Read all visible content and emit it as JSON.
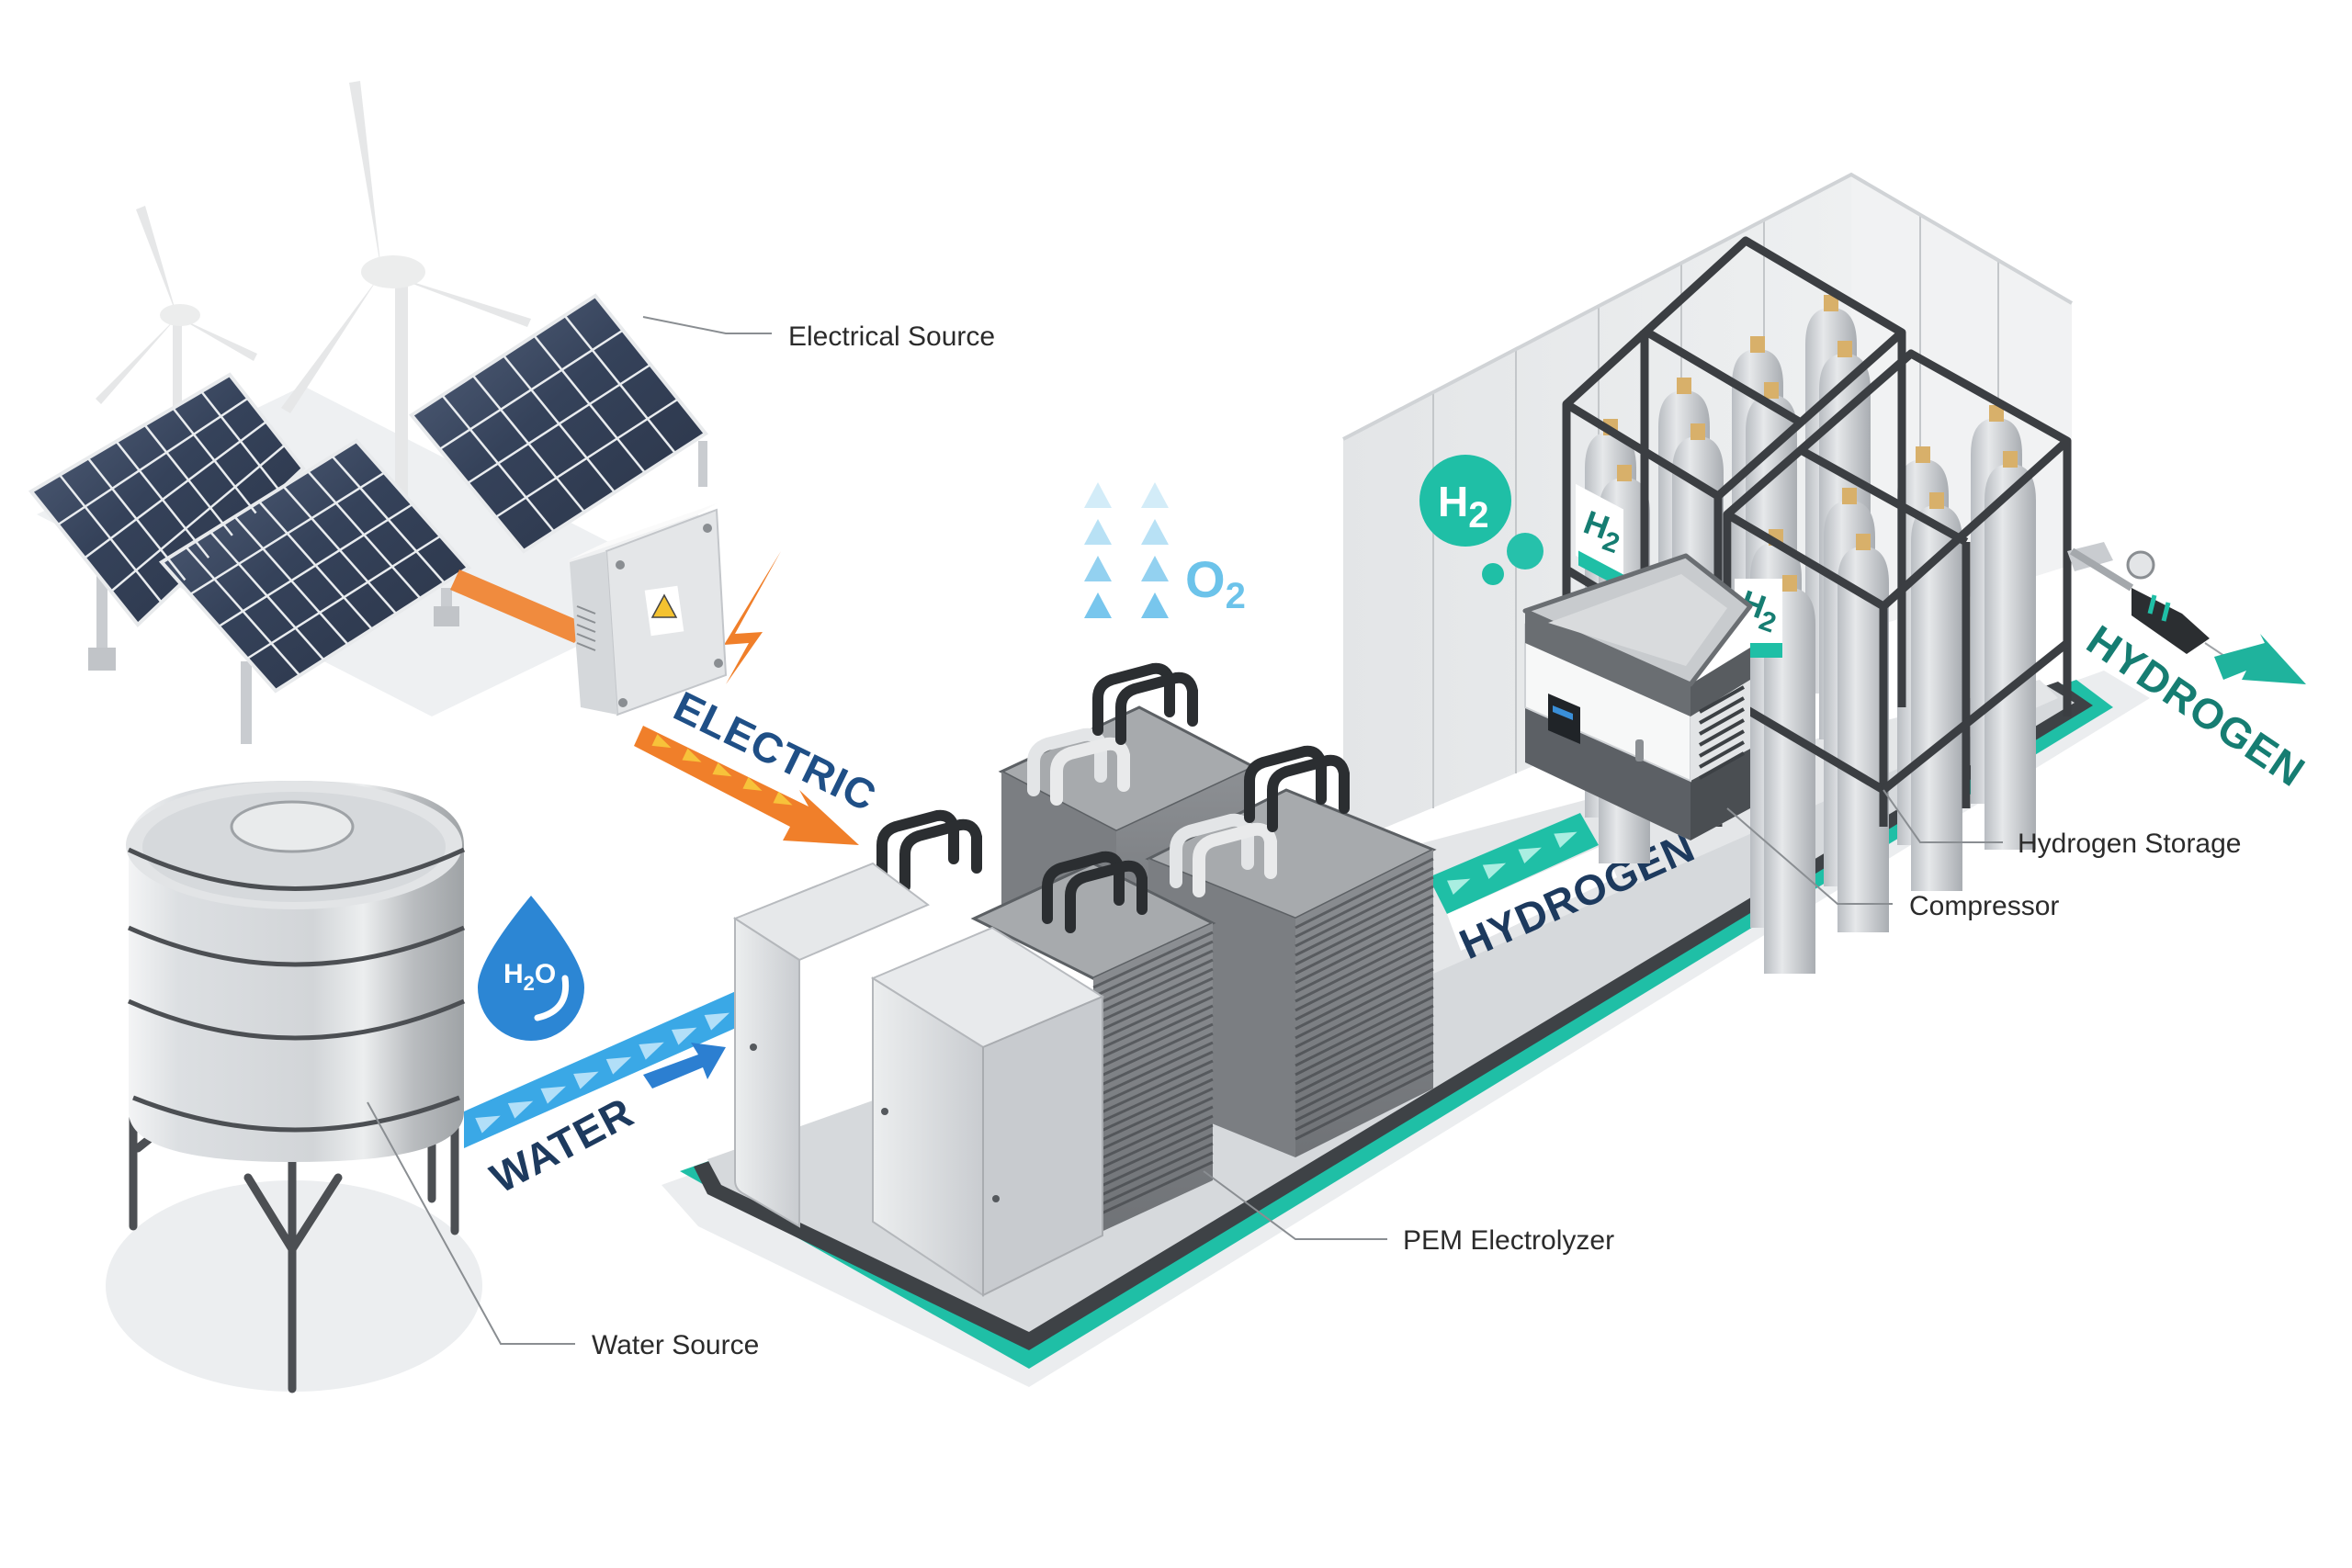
{
  "diagram": {
    "title": "PEM Electrolysis Hydrogen Production System",
    "components": [
      {
        "id": "electrical_source",
        "label": "Electrical Source"
      },
      {
        "id": "water_source",
        "label": "Water Source"
      },
      {
        "id": "pem_electrolyzer",
        "label": "PEM Electrolyzer"
      },
      {
        "id": "compressor",
        "label": "Compressor"
      },
      {
        "id": "hydrogen_storage",
        "label": "Hydrogen Storage"
      }
    ],
    "flows": [
      {
        "id": "electric",
        "label": "ELECTRIC",
        "from": "electrical_source",
        "to": "pem_electrolyzer",
        "color": "#f07f2a"
      },
      {
        "id": "water",
        "label": "WATER",
        "from": "water_source",
        "to": "pem_electrolyzer",
        "color": "#3aa8e6"
      },
      {
        "id": "hydrogen_internal",
        "label": "HYDROGEN",
        "from": "pem_electrolyzer",
        "to": "compressor",
        "color": "#1fbfa6"
      },
      {
        "id": "hydrogen_output",
        "label": "HYDROGEN",
        "from": "hydrogen_storage",
        "to": "output",
        "color": "#1a9e8c"
      }
    ],
    "chemical_badges": {
      "water": {
        "base": "H",
        "sub": "2",
        "tail": "O"
      },
      "hydrogen": {
        "base": "H",
        "sub": "2"
      },
      "oxygen": {
        "base": "O",
        "sub": "2"
      },
      "cylinder_tag": {
        "base": "H",
        "sub": "2"
      }
    },
    "colors": {
      "teal": "#1fbfa6",
      "teal_dark": "#167d72",
      "navy_text": "#1f3f63",
      "orange": "#f07f2a",
      "water_blue": "#3aa8e6",
      "drop_blue": "#2c86d4",
      "oxygen_blue": "#6cc3ea",
      "panel_dark": "#2f3b52",
      "metal": "#d9dcdf",
      "frame_dark": "#3b3e42"
    }
  }
}
